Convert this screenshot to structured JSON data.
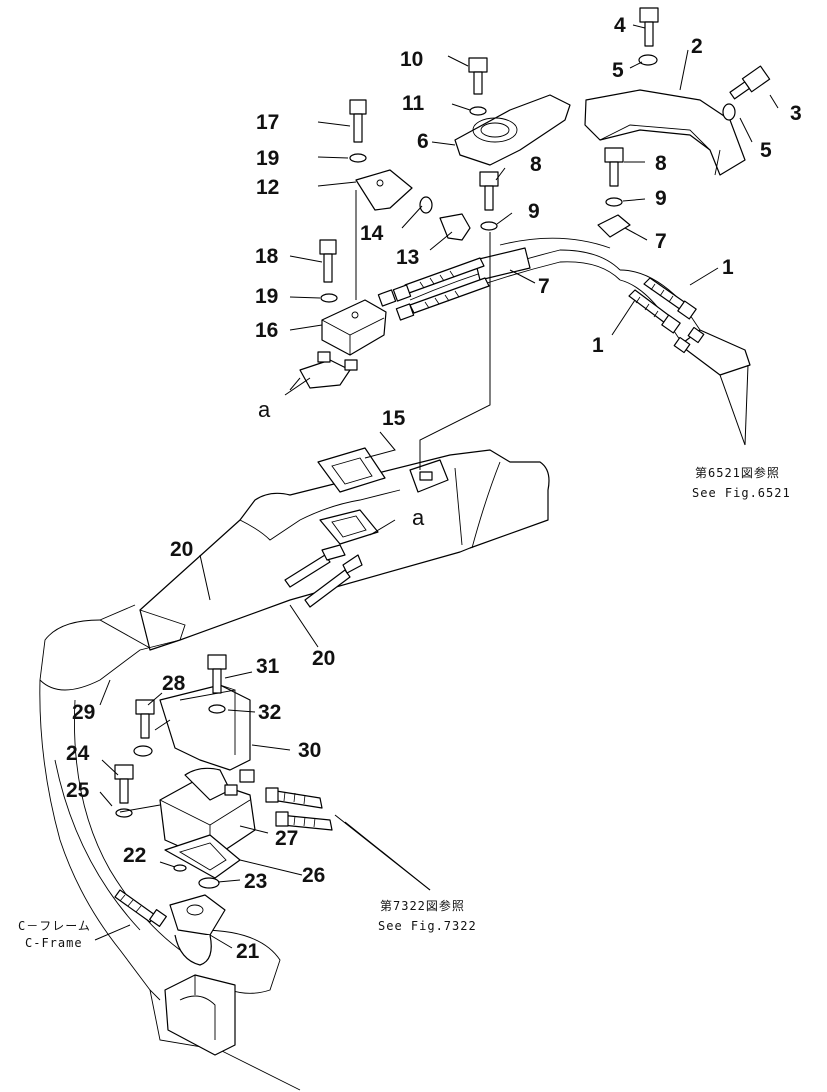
{
  "callouts": {
    "c1a": "1",
    "c1b": "1",
    "c2": "2",
    "c3": "3",
    "c4": "4",
    "c5a": "5",
    "c5b": "5",
    "c6": "6",
    "c7a": "7",
    "c7b": "7",
    "c8a": "8",
    "c8b": "8",
    "c9a": "9",
    "c9b": "9",
    "c10": "10",
    "c11": "11",
    "c12": "12",
    "c13": "13",
    "c14": "14",
    "c15": "15",
    "c16": "16",
    "c17": "17",
    "c18": "18",
    "c19a": "19",
    "c19b": "19",
    "c20a": "20",
    "c20b": "20",
    "c21": "21",
    "c22": "22",
    "c23": "23",
    "c24": "24",
    "c25": "25",
    "c26": "26",
    "c27": "27",
    "c28": "28",
    "c29": "29",
    "c30": "30",
    "c31": "31",
    "c32": "32"
  },
  "connection_marks": {
    "a_upper": "a",
    "a_lower": "a"
  },
  "references": {
    "fig6521_jp": "第6521図参照",
    "fig6521_en": "See Fig.6521",
    "fig7322_jp": "第7322図参照",
    "fig7322_en": "See Fig.7322",
    "cframe_jp": "C－フレーム",
    "cframe_en": "C-Frame"
  }
}
